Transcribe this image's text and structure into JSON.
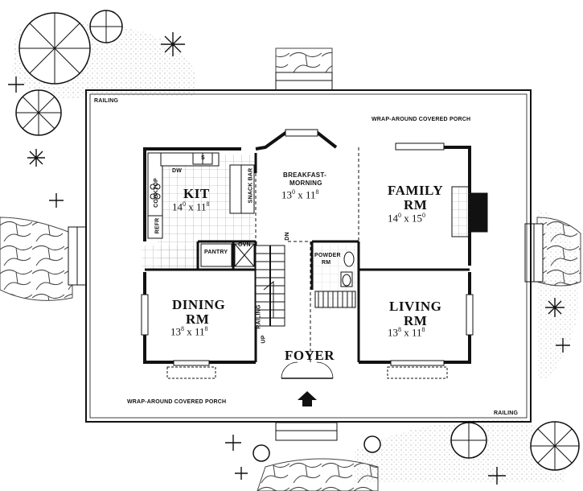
{
  "labels": {
    "porch_top": "WRAP-AROUND COVERED PORCH",
    "porch_bottom": "WRAP-AROUND COVERED PORCH",
    "railing_top": "RAILING",
    "railing_bottom": "RAILING",
    "railing_stair": "RAILING",
    "up": "UP",
    "dn": "DN",
    "dw": "DW",
    "cooktop": "COOKTOP",
    "refr": "REFR",
    "snack_bar": "SNACK BAR",
    "pantry": "PANTRY",
    "oven": "OVN",
    "s": "S"
  },
  "rooms": {
    "kit": {
      "name": "KIT",
      "w": "14",
      "w_sup": "0",
      "x": " x ",
      "h": "11",
      "h_sup": "8"
    },
    "breakfast": {
      "name1": "BREAKFAST-",
      "name2": "MORNING",
      "w": "13",
      "w_sup": "0",
      "x": " x ",
      "h": "11",
      "h_sup": "8"
    },
    "family": {
      "name1": "FAMILY",
      "name2": "RM",
      "w": "14",
      "w_sup": "0",
      "x": " x ",
      "h": "15",
      "h_sup": "0"
    },
    "dining": {
      "name1": "DINING",
      "name2": "RM",
      "w": "13",
      "w_sup": "8",
      "x": " x ",
      "h": "11",
      "h_sup": "8"
    },
    "living": {
      "name1": "LIVING",
      "name2": "RM",
      "w": "13",
      "w_sup": "8",
      "x": " x ",
      "h": "11",
      "h_sup": "8"
    },
    "powder": {
      "name1": "POWDER",
      "name2": "RM"
    },
    "foyer": {
      "name": "FOYER"
    }
  }
}
